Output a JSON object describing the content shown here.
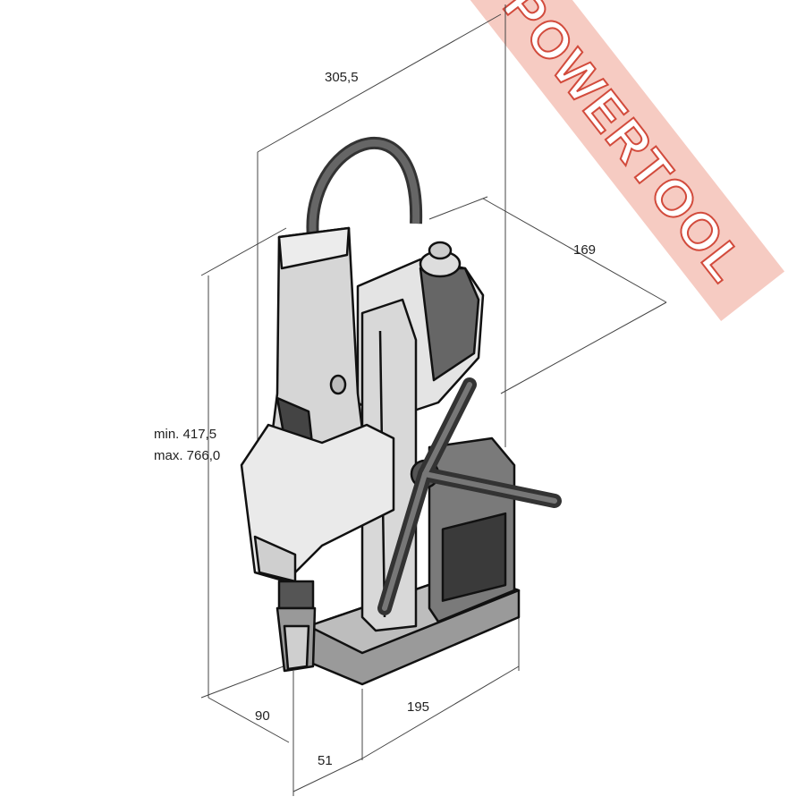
{
  "watermark": "POWERTOOL",
  "dimensions": {
    "length": "305,5",
    "depth_top": "169",
    "height_min": "min. 417,5",
    "height_max": "max. 766,0",
    "base_depth": "90",
    "offset": "51",
    "base_width": "195"
  },
  "colors": {
    "watermark_band": "#f0b0a6",
    "watermark_text": "#d24b3c",
    "body": "#e6e6e6",
    "dark": "#555555"
  }
}
